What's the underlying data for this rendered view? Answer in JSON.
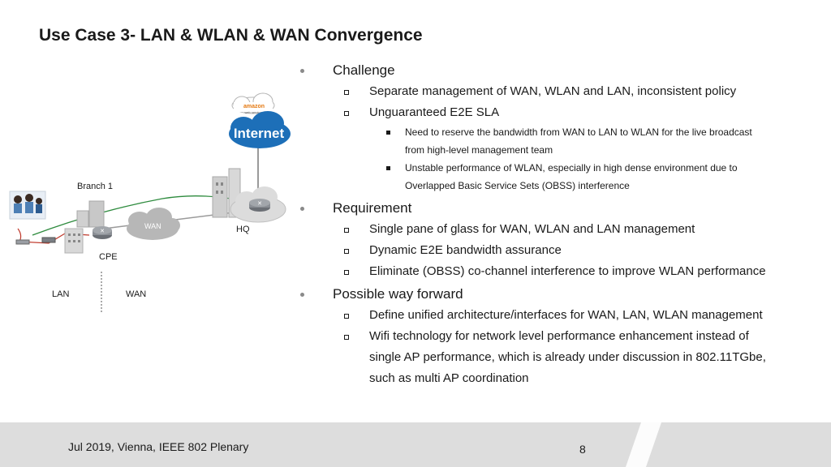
{
  "title": "Use Case 3- LAN & WLAN & WAN Convergence",
  "sections": [
    {
      "heading": "Challenge",
      "items": [
        {
          "text": "Separate management of WAN, WLAN and LAN, inconsistent policy",
          "sub": []
        },
        {
          "text": "Unguaranteed E2E SLA",
          "sub": [
            "Need to reserve the bandwidth from WAN to LAN to WLAN for the live broadcast",
            "from high-level management team",
            "Unstable performance of WLAN, especially in high dense environment due to",
            "Overlapped Basic Service Sets (OBSS) interference"
          ]
        }
      ]
    },
    {
      "heading": "Requirement",
      "items": [
        {
          "text": "Single pane of glass for WAN, WLAN and LAN management",
          "sub": []
        },
        {
          "text": "Dynamic E2E bandwidth assurance",
          "sub": []
        },
        {
          "text": "Eliminate (OBSS) co-channel interference to improve WLAN performance",
          "sub": []
        }
      ]
    },
    {
      "heading": "Possible way forward",
      "items": [
        {
          "text": "Define unified architecture/interfaces for WAN, LAN, WLAN management",
          "sub": []
        },
        {
          "text": "Wifi technology for network level performance enhancement instead of",
          "sub": []
        },
        {
          "text": "single AP performance,  which is already under discussion in 802.11TGbe,",
          "sub": [],
          "continuation": true
        },
        {
          "text": "such as multi AP coordination",
          "sub": [],
          "continuation": true
        }
      ]
    }
  ],
  "diagram": {
    "internet": "Internet",
    "amazon": "amazon",
    "amazon_sub": "web services",
    "branch": "Branch 1",
    "wan_cloud": "WAN",
    "hq": "HQ",
    "cpe": "CPE",
    "lan": "LAN",
    "wan": "WAN"
  },
  "footer": {
    "text": "Jul 2019, Vienna, IEEE 802 Plenary",
    "page": "8"
  }
}
